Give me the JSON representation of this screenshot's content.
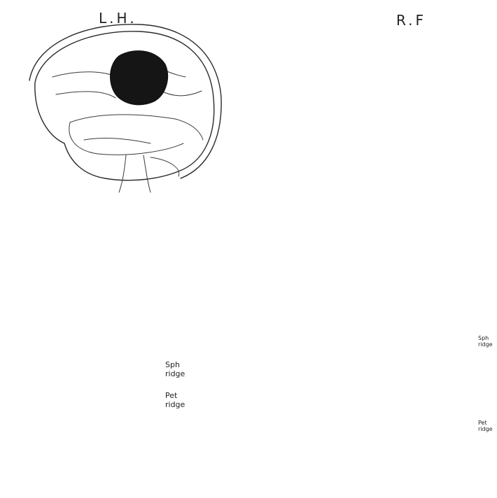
{
  "figure": {
    "background": "#ffffff",
    "ink_color": "#2a2a2a",
    "lesion_color": "#151515",
    "panels": [
      {
        "id": "lateral-left",
        "title": "L.H."
      },
      {
        "id": "lateral-right",
        "title": "R.F"
      },
      {
        "id": "coronal",
        "labels": [
          "Sph",
          "ridge",
          "Pet",
          "ridge"
        ]
      },
      {
        "id": "axial",
        "labels": [
          "Sph",
          "ridge",
          "Pet",
          "ridge"
        ]
      }
    ]
  }
}
